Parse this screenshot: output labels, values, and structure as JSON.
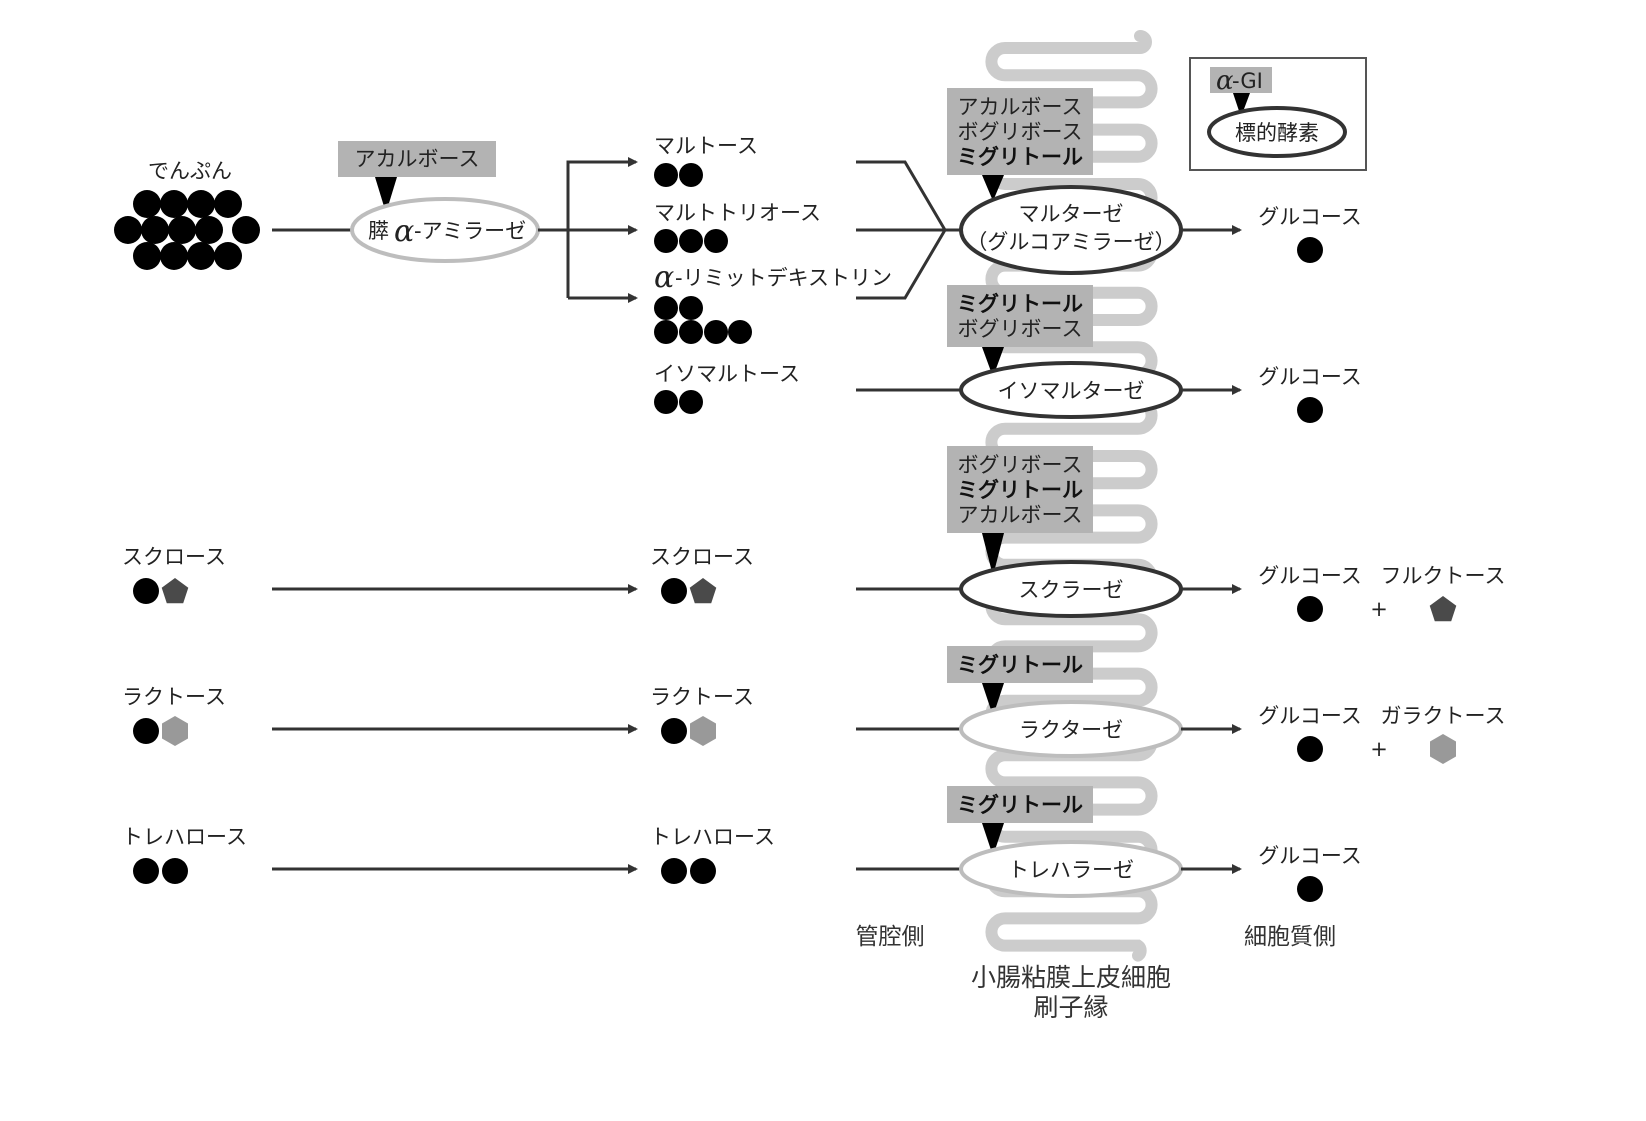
{
  "legend": {
    "inhibitor_label": "α-GI",
    "target_label": "標的酵素"
  },
  "starch": {
    "label": "でんぷん",
    "enzyme": "膵α-アミラーゼ",
    "enzyme_prefix": "膵",
    "enzyme_alpha": "α",
    "enzyme_suffix": "-アミラーゼ",
    "inhibitors": [
      "アカルボース"
    ]
  },
  "intermediates": [
    {
      "label": "マルトース",
      "units": 2
    },
    {
      "label": "マルトトリオース",
      "units": 3
    },
    {
      "label": "α-リミットデキストリン",
      "alpha": "α",
      "suffix": "-リミットデキストリン",
      "units": 6
    },
    {
      "label": "イソマルトース",
      "units": 2
    }
  ],
  "disaccharides": [
    {
      "name": "sucrose",
      "label": "スクロース",
      "second_unit": "pentagon"
    },
    {
      "name": "lactose",
      "label": "ラクトース",
      "second_unit": "hexagon"
    },
    {
      "name": "trehalose",
      "label": "トレハロース",
      "second_unit": "circle"
    }
  ],
  "enzymes": [
    {
      "name": "maltase",
      "line1": "マルターゼ",
      "line2": "（グルコアミラーゼ）",
      "style": "dark",
      "inhibitors": [
        "アカルボース",
        "ボグリボース",
        "ミグリトール"
      ],
      "products": [
        {
          "label": "グルコース",
          "shape": "circle"
        }
      ]
    },
    {
      "name": "isomaltase",
      "line1": "イソマルターゼ",
      "style": "dark",
      "inhibitors": [
        "ミグリトール",
        "ボグリボース"
      ],
      "products": [
        {
          "label": "グルコース",
          "shape": "circle"
        }
      ]
    },
    {
      "name": "sucrase",
      "line1": "スクラーゼ",
      "style": "dark",
      "inhibitors": [
        "ボグリボース",
        "ミグリトール",
        "アカルボース"
      ],
      "products": [
        {
          "label": "グルコース",
          "shape": "circle"
        },
        {
          "label": "フルクトース",
          "shape": "pentagon"
        }
      ]
    },
    {
      "name": "lactase",
      "line1": "ラクターゼ",
      "style": "light",
      "inhibitors": [
        "ミグリトール"
      ],
      "products": [
        {
          "label": "グルコース",
          "shape": "circle"
        },
        {
          "label": "ガラクトース",
          "shape": "hexagon"
        }
      ]
    },
    {
      "name": "trehalase",
      "line1": "トレハラーゼ",
      "style": "light",
      "inhibitors": [
        "ミグリトール"
      ],
      "products": [
        {
          "label": "グルコース",
          "shape": "circle"
        }
      ]
    }
  ],
  "plus_sign": "+",
  "footer": {
    "lumen_side": "管腔側",
    "cytoplasm_side": "細胞質側",
    "membrane_line1": "小腸粘膜上皮細胞",
    "membrane_line2": "刷子縁"
  },
  "colors": {
    "line": "#333333",
    "inhibitor_box": "#b3b3b3",
    "brush_border": "#cccccc",
    "fructose": "#4a4a4a",
    "galactose": "#999999",
    "light_ellipse": "#bdbdbd",
    "dark_ellipse": "#333333",
    "glucose": "#000000"
  }
}
